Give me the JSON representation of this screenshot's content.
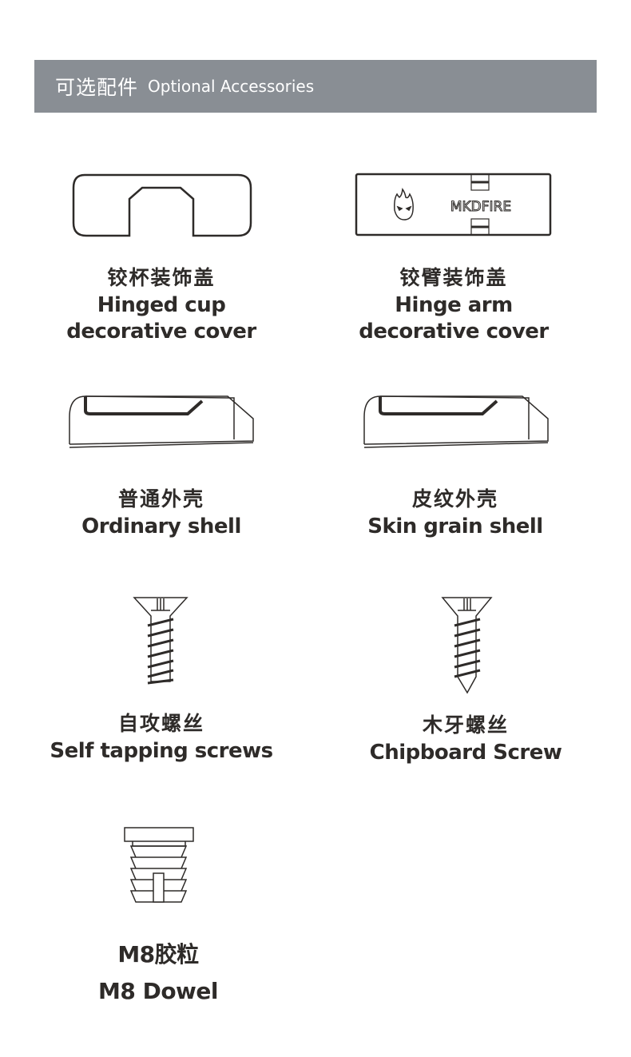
{
  "header": {
    "title_cn": "可选配件",
    "title_en": "Optional Accessories"
  },
  "items": [
    {
      "cn": "铰杯装饰盖",
      "en1": "Hinged cup",
      "en2": "decorative cover"
    },
    {
      "cn": "铰臂装饰盖",
      "en1": "Hinge arm",
      "en2": "decorative cover",
      "logo_text": "MKDFIRE"
    },
    {
      "cn": "普通外壳",
      "en1": "Ordinary shell"
    },
    {
      "cn": "皮纹外壳",
      "en1": "Skin grain shell"
    },
    {
      "cn": "自攻螺丝",
      "en1": "Self tapping screws"
    },
    {
      "cn": "木牙螺丝",
      "en1": "Chipboard Screw"
    },
    {
      "cn": "M8胶粒",
      "en1": "M8 Dowel"
    }
  ],
  "colors": {
    "header_bg": "#898e94",
    "text": "#2e2b29"
  }
}
